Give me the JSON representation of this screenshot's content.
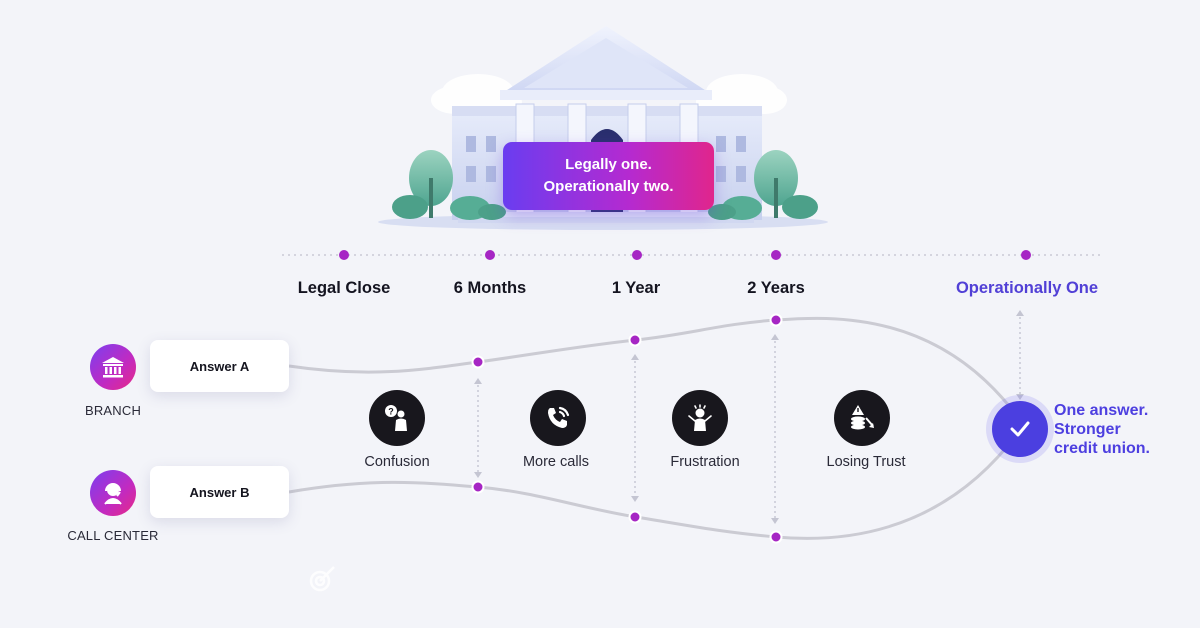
{
  "banner": {
    "line1": "Legally one.",
    "line2": "Operationally two."
  },
  "timeline": {
    "milestones": [
      {
        "label": "Legal Close"
      },
      {
        "label": "6 Months"
      },
      {
        "label": "1 Year"
      },
      {
        "label": "2 Years"
      },
      {
        "label": "Operationally One"
      }
    ]
  },
  "sources": [
    {
      "label": "BRANCH",
      "answer": "Answer A",
      "icon": "bank-icon"
    },
    {
      "label": "CALL CENTER",
      "answer": "Answer B",
      "icon": "headset-agent-icon"
    }
  ],
  "pain_points": [
    {
      "label": "Confusion",
      "icon": "confused-person-icon"
    },
    {
      "label": "More calls",
      "icon": "phone-ringing-icon"
    },
    {
      "label": "Frustration",
      "icon": "frustrated-person-icon"
    },
    {
      "label": "Losing Trust",
      "icon": "warning-coins-down-icon"
    }
  ],
  "outcome": {
    "line1": "One answer.",
    "line2": "Stronger",
    "line3": "credit union.",
    "icon": "check-icon"
  },
  "colors": {
    "accent": "#4b3fe0",
    "gradient_start": "#6a3df0",
    "gradient_end": "#e0258c",
    "node": "#a626c4",
    "path": "#cbcbd3",
    "background": "#f3f4f9"
  }
}
